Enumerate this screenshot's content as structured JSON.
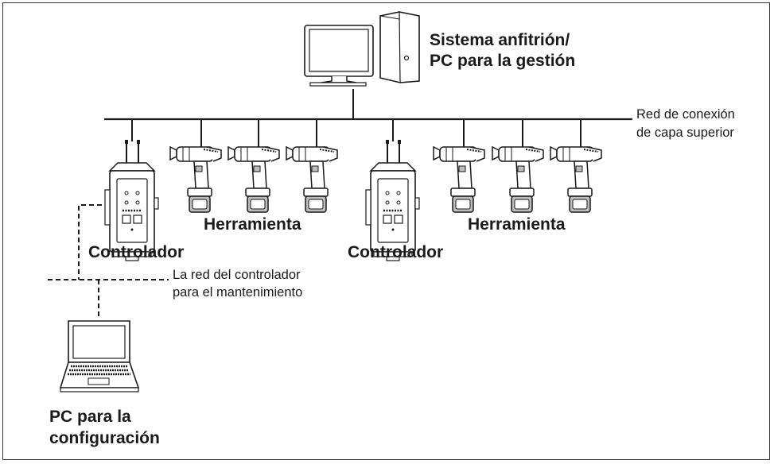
{
  "host": {
    "line1": "Sistema anfitrión/",
    "line2": "PC para la gestión"
  },
  "upper_network": {
    "line1": "Red de conexión",
    "line2": "de capa superior"
  },
  "tool_label": "Herramienta",
  "controller_label": "Controlador",
  "maint_network": {
    "line1": "La red del controlador",
    "line2": "para el mantenimiento"
  },
  "config_pc": {
    "line1": "PC para la",
    "line2": "configuración"
  },
  "colors": {
    "line": "#1a1a1a",
    "fill": "#ffffff",
    "gray": "#bdbdbd"
  }
}
